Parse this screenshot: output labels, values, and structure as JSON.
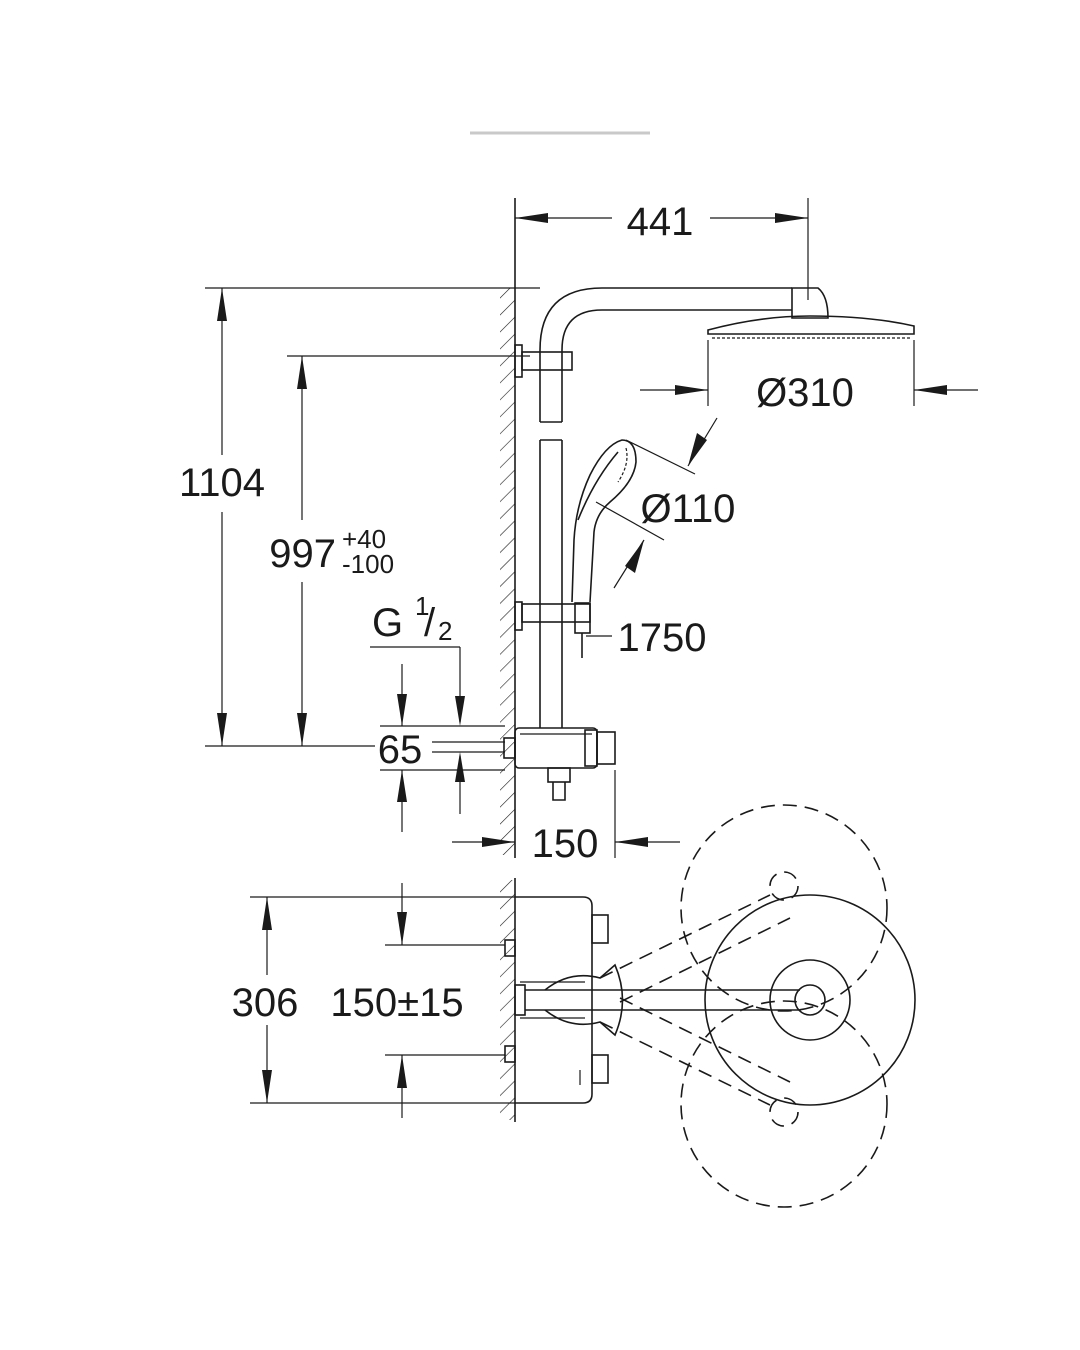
{
  "dimensions": {
    "width_arm": "441",
    "head_diameter": "Ø310",
    "hand_diameter": "Ø110",
    "hose_length": "1750",
    "total_height": "1104",
    "mixer_height_value": "997",
    "mixer_height_tol_plus": "+40",
    "mixer_height_tol_minus": "-100",
    "thread_prefix": "G",
    "thread_num": "1",
    "thread_den": "2",
    "inlet_offset": "65",
    "wall_projection": "150",
    "plan_height": "306",
    "plan_centers": "150±15"
  },
  "colors": {
    "line": "#1a1a1a",
    "background": "#ffffff"
  }
}
